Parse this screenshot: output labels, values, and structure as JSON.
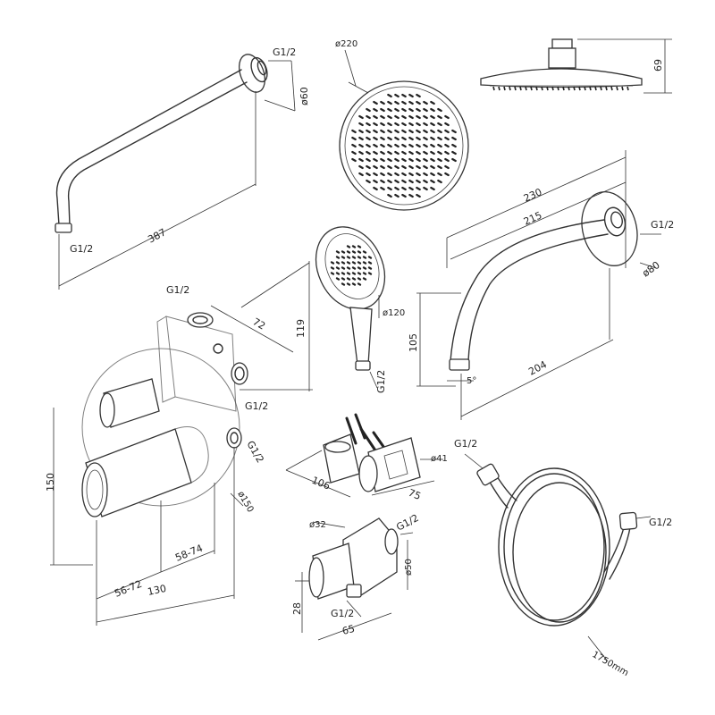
{
  "labels": {
    "arm_top_thread": "G1/2",
    "arm_top_flange": "ø60",
    "arm_top_tip_thread": "G1/2",
    "arm_top_length": "387",
    "head_front_dia": "ø220",
    "head_side_height": "69",
    "arm_right_total": "230",
    "arm_right_inner": "215",
    "arm_right_thread": "G1/2",
    "arm_right_flange": "ø80",
    "arm_right_height": "105",
    "arm_right_angle": "5°",
    "arm_right_depth": "204",
    "mixer_top_thread": "G1/2",
    "mixer_top_offset": "72",
    "mixer_height": "119",
    "hand_dia": "ø120",
    "hand_thread": "G1/2",
    "mixer_side_thread1": "G1/2",
    "mixer_side_thread2": "G1/2",
    "mixer_plate_dia": "ø150",
    "mixer_plate_height": "150",
    "mixer_depth_a": "56-72",
    "mixer_depth_b": "58-74",
    "mixer_depth_total": "130",
    "holder_width": "106",
    "holder_depth": "75",
    "holder_dia": "ø41",
    "outlet_dia": "ø32",
    "outlet_thread_top": "G1/2",
    "outlet_height": "ø50",
    "outlet_offset": "28",
    "outlet_thread_bottom": "G1/2",
    "outlet_width": "65",
    "hose_thread_left": "G1/2",
    "hose_thread_right": "G1/2",
    "hose_length": "1750mm"
  }
}
